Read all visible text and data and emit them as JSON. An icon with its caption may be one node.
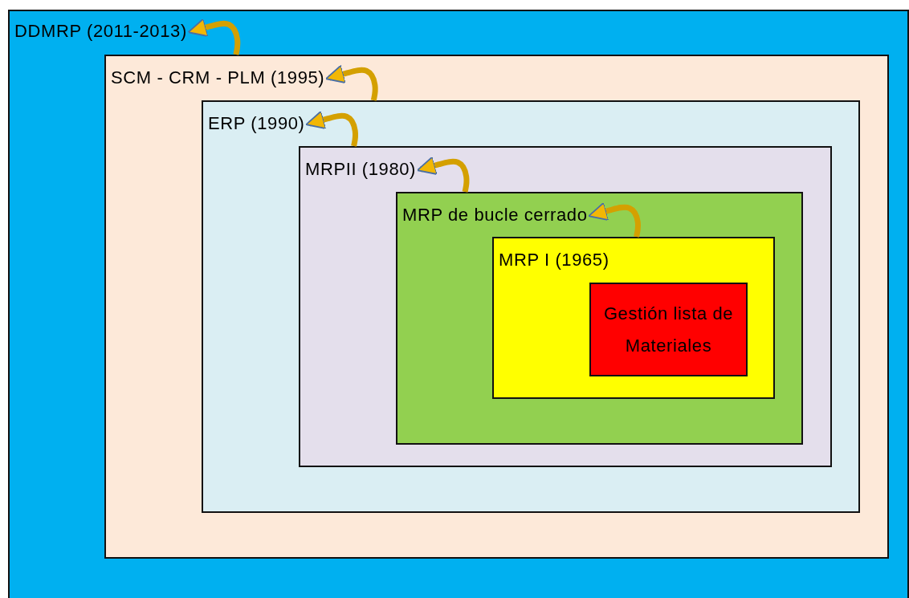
{
  "diagram": {
    "nodes": [
      {
        "text": [
          "DDMRP (2011-2013)"
        ]
      },
      {
        "text": [
          "SCM - CRM - PLM  (1995)"
        ],
        "in": 0
      },
      {
        "text": [
          "ERP  (1990)"
        ],
        "in": 1
      },
      {
        "text": [
          "MRPII (1980)"
        ],
        "in": 2
      },
      {
        "text": [
          "MRP de bucle cerrado"
        ],
        "in": 3
      },
      {
        "text": [
          "MRP I (1965)"
        ],
        "in": 4
      },
      {
        "text": [
          "Gestión lista de Materiales"
        ],
        "in": 5
      }
    ],
    "edges": [
      {
        "from": 1,
        "to": 0,
        "arrow": "to"
      },
      {
        "from": 2,
        "to": 1,
        "arrow": "to"
      },
      {
        "from": 3,
        "to": 2,
        "arrow": "to"
      },
      {
        "from": 4,
        "to": 3,
        "arrow": "to"
      },
      {
        "from": 5,
        "to": 4,
        "arrow": "to"
      }
    ]
  }
}
